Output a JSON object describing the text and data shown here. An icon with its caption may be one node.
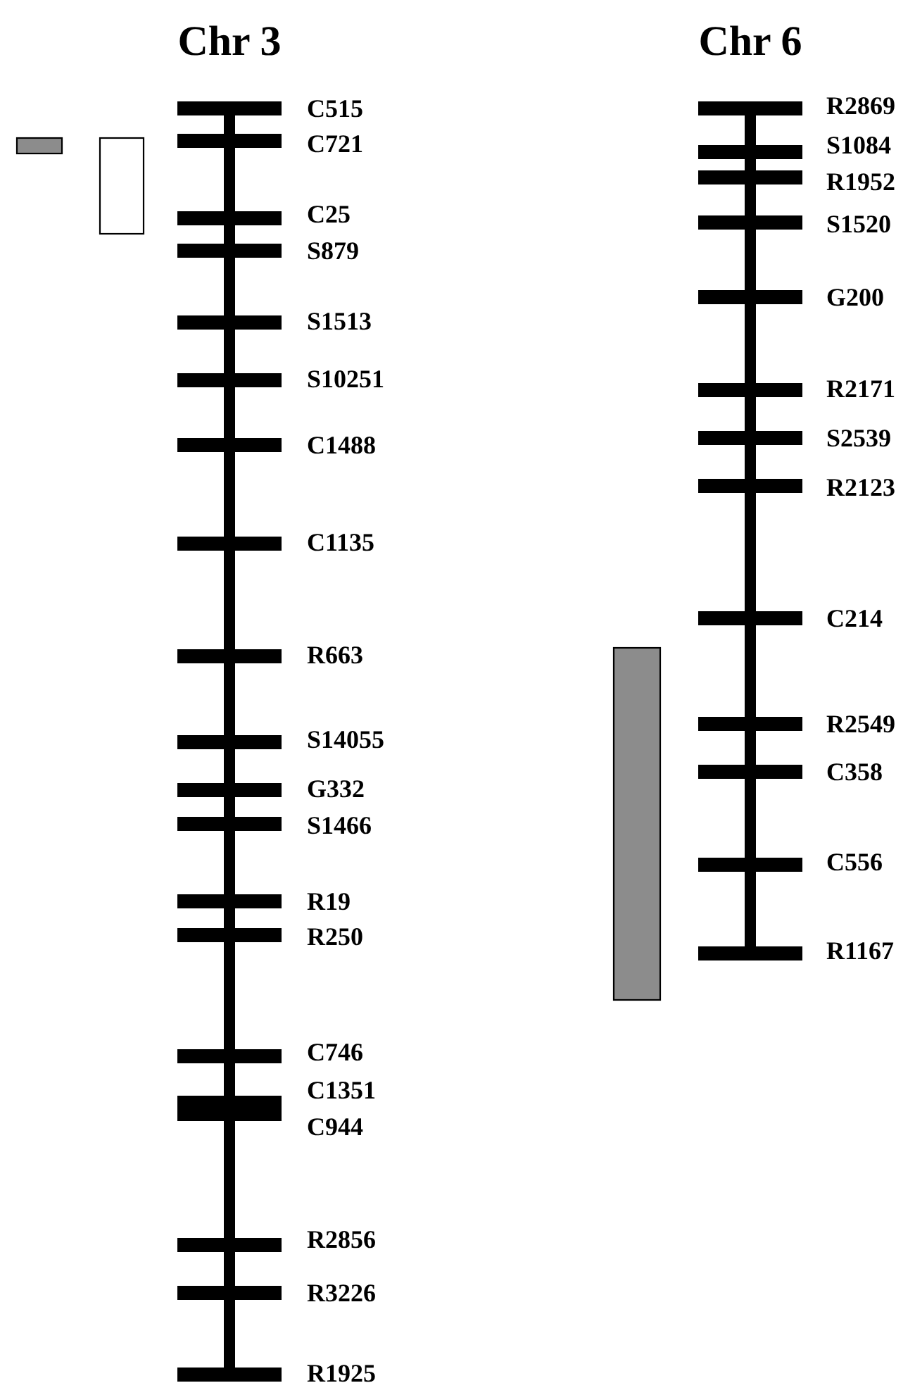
{
  "diagram": {
    "nodes": [
      {
        "text": [],
        "shape": "bar"
      },
      {
        "text": [],
        "shape": "bar"
      },
      {
        "text": [],
        "shape": "bar"
      }
    ],
    "labels": [
      "Chr 3",
      "C515",
      "C721",
      "C25",
      "S879",
      "S1513",
      "S10251",
      "C1488",
      "C1135",
      "R663",
      "S14055",
      "G332",
      "S1466",
      "R19",
      "R250",
      "C746",
      "C1351",
      "C944",
      "R2856",
      "R3226",
      "R1925",
      "Chr 6",
      "R2869",
      "S1084",
      "R1952",
      "S1520",
      "G200",
      "R2171",
      "S2539",
      "R2123",
      "C214",
      "R2549",
      "C358",
      "C556",
      "R1167"
    ]
  }
}
